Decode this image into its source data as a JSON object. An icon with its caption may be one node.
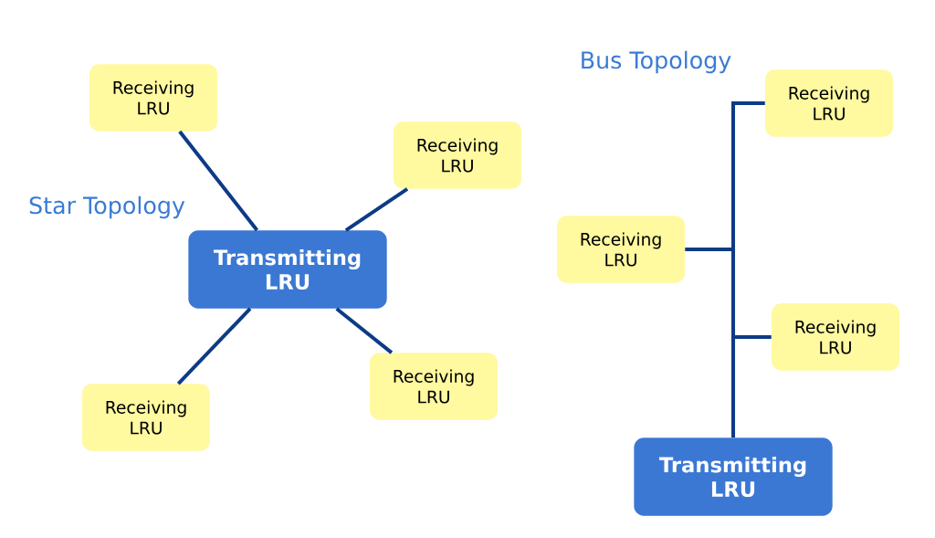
{
  "diagram": {
    "nodes": [
      {
        "text": [
          "Transmitting LRU"
        ]
      },
      {
        "text": [
          "Receiving LRU"
        ]
      },
      {
        "text": [
          "Receiving LRU"
        ]
      },
      {
        "text": [
          "Receiving LRU"
        ]
      },
      {
        "text": [
          "Receiving LRU"
        ]
      },
      {
        "text": [
          "Receiving LRU"
        ]
      },
      {
        "text": [
          "Receiving LRU"
        ]
      },
      {
        "text": [
          "Receiving LRU"
        ]
      },
      {
        "text": [
          "Transmitting LRU"
        ]
      }
    ],
    "edges": [
      {
        "from": 0,
        "to": 1,
        "arrow": "none"
      },
      {
        "from": 0,
        "to": 2,
        "arrow": "none"
      },
      {
        "from": 0,
        "to": 3,
        "arrow": "none"
      },
      {
        "from": 0,
        "to": 4,
        "arrow": "none"
      },
      {
        "from": 8,
        "to": 5,
        "arrow": "none"
      },
      {
        "from": 8,
        "to": 6,
        "arrow": "none"
      },
      {
        "from": 8,
        "to": 7,
        "arrow": "none"
      }
    ],
    "labels": [
      "Bus Topology",
      "Star Topology"
    ]
  }
}
